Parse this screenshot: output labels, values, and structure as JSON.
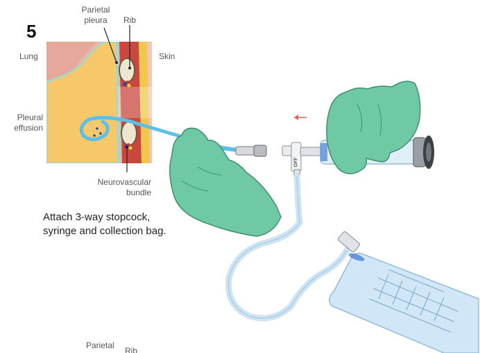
{
  "step_number": "5",
  "labels": {
    "parietal_pleura": "Parietal\npleura",
    "rib": "Rib",
    "lung": "Lung",
    "skin": "Skin",
    "pleural_effusion": "Pleural\neffusion",
    "neurovascular_bundle": "Neurovascular\nbundle",
    "stopcock_off": "OFF",
    "cut_parietal": "Parietal",
    "cut_rib": "Rib"
  },
  "caption": "Attach 3-way stopcock,\nsyringe and collection bag.",
  "colors": {
    "glove": "#6fc9a4",
    "effusion": "#f6c86a",
    "muscle": "#c9473d",
    "catheter": "#5bbfe8",
    "bag": "#cfe6f7",
    "arrow": "#e8604c"
  }
}
